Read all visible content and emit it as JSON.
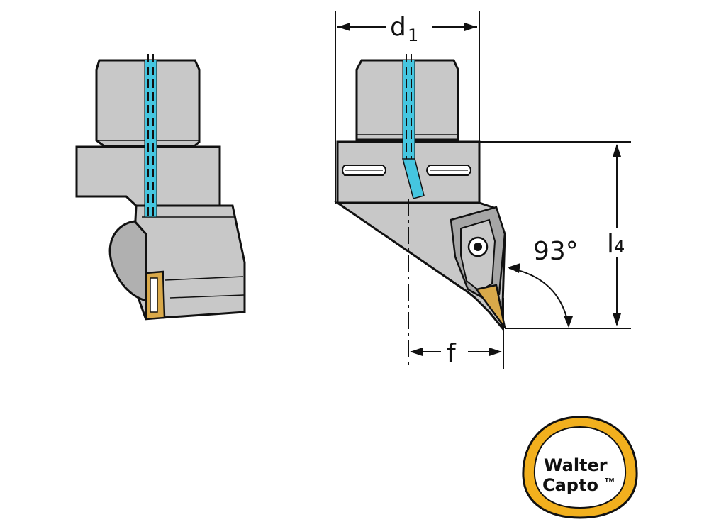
{
  "dimensions": {
    "d_main": "d",
    "d_sub": "1",
    "l_main": "l",
    "l_sub": "4",
    "angle": "93°",
    "f": "f"
  },
  "logo": {
    "line1": "Walter",
    "line2": "Capto",
    "tm": "TM"
  },
  "colors": {
    "body": "#c8c8c8",
    "body_dark": "#a6a6a6",
    "outline": "#111111",
    "coolant": "#45c6e0",
    "insert": "#d9a94a",
    "logo_ring": "#f2b01e"
  }
}
